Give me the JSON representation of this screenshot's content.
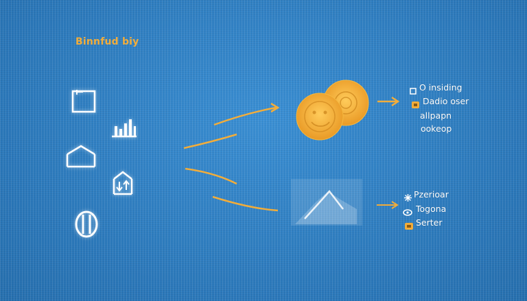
{
  "diagram": {
    "title": "Binnfud biy",
    "icons_left": [
      "frame-icon",
      "bar-chart-icon",
      "house-icon",
      "transfer-icon",
      "coin-icon"
    ],
    "outputs_top": [
      {
        "icon": "square-outline-icon",
        "text": "O insiding"
      },
      {
        "icon": "orange-badge-icon",
        "text": "Dadio oser"
      },
      {
        "icon": "",
        "text": "allpapn"
      },
      {
        "icon": "",
        "text": "ookeop"
      }
    ],
    "outputs_bottom": [
      {
        "icon": "star-burst-icon",
        "text": "Pzerioar"
      },
      {
        "icon": "link-icon",
        "text": "Togona"
      },
      {
        "icon": "orange-tag-icon",
        "text": "Serter"
      }
    ],
    "colors": {
      "background": "#2f80c4",
      "accent": "#f2ad3b",
      "line": "#ffffff"
    }
  }
}
